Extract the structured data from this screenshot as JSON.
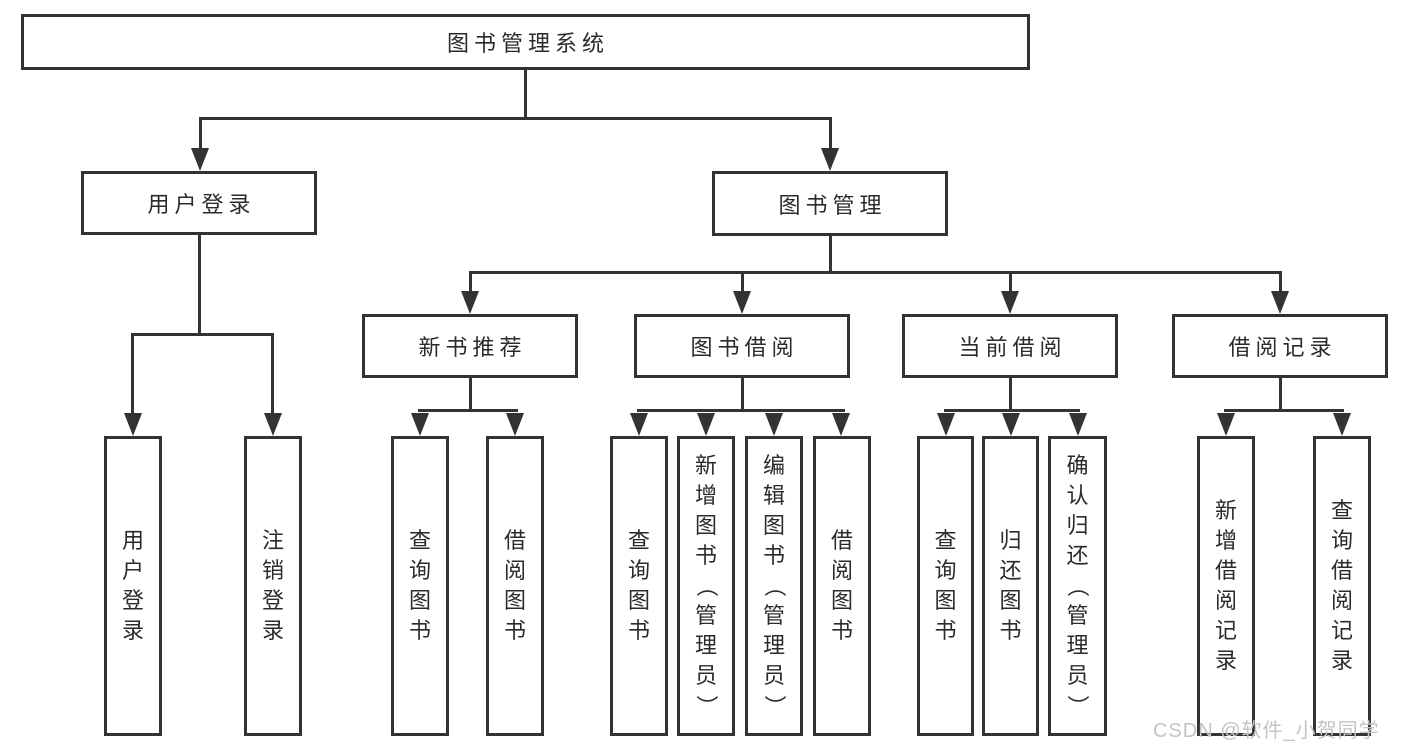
{
  "colors": {
    "bg": "#ffffff",
    "line": "#333333",
    "text": "#2b2b2b",
    "watermark": "#c4c4c4"
  },
  "tree": {
    "root": "图书管理系统",
    "level2": [
      "用户登录",
      "图书管理"
    ],
    "level3": [
      "新书推荐",
      "图书借阅",
      "当前借阅",
      "借阅记录"
    ],
    "leaves": [
      "用户登录",
      "注销登录",
      "查询图书",
      "借阅图书",
      "查询图书",
      "新增图书（管理员）",
      "编辑图书（管理员）",
      "借阅图书",
      "查询图书",
      "归还图书",
      "确认归还（管理员）",
      "新增借阅记录",
      "查询借阅记录"
    ]
  },
  "watermark": "CSDN @软件_小贺同学"
}
